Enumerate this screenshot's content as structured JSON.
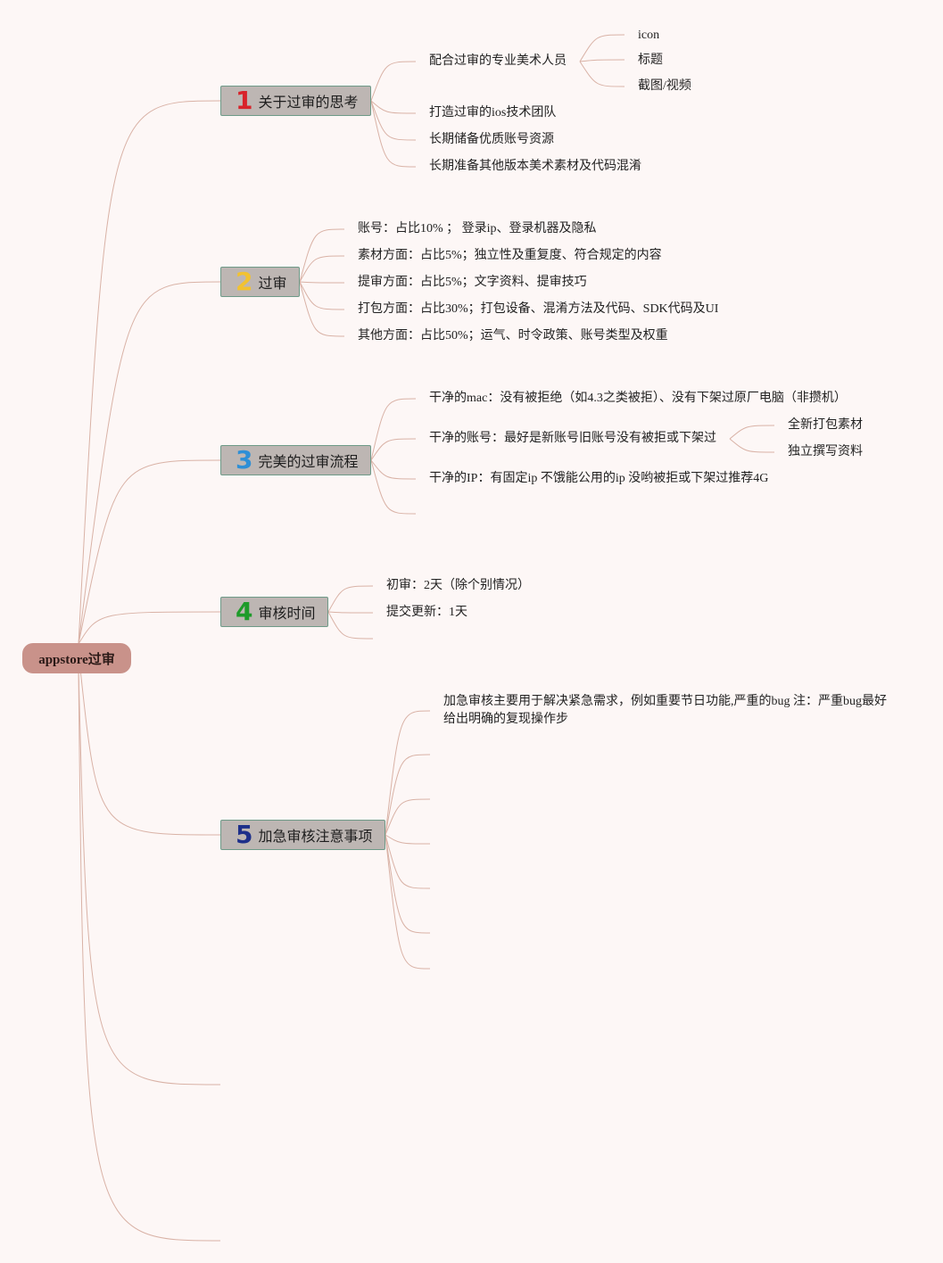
{
  "root": {
    "label": "appstore过审"
  },
  "colors": {
    "root": "#c9928a",
    "topic": "#bdb6b3",
    "line": "#d9b2a6",
    "n1": "#d8232a",
    "n2": "#f2c230",
    "n3": "#2e8fd6",
    "n4": "#1e9b2a",
    "n5": "#1d2f8a"
  },
  "topics": [
    {
      "num": "1",
      "label": "关于过审的思考",
      "children": [
        {
          "label": "配合过审的专业美术人员",
          "children": [
            "icon",
            "标题",
            "截图/视频"
          ]
        },
        {
          "label": "打造过审的ios技术团队"
        },
        {
          "label": "长期储备优质账号资源"
        },
        {
          "label": "长期准备其他版本美术素材及代码混淆"
        }
      ]
    },
    {
      "num": "2",
      "label": "过审",
      "children": [
        {
          "label": "账号：占比10% ； 登录ip、登录机器及隐私"
        },
        {
          "label": "素材方面：占比5%；独立性及重复度、符合规定的内容"
        },
        {
          "label": "提审方面：占比5%；文字资料、提审技巧"
        },
        {
          "label": "打包方面：占比30%；打包设备、混淆方法及代码、SDK代码及UI"
        },
        {
          "label": "其他方面：占比50%；运气、时令政策、账号类型及权重"
        }
      ]
    },
    {
      "num": "3",
      "label": "完美的过审流程",
      "children": [
        {
          "label": "干净的mac：没有被拒绝（如4.3之类被拒）、没有下架过原厂电脑（非攒机）"
        },
        {
          "label": "干净的账号：最好是新账号旧账号没有被拒或下架过",
          "children": [
            "全新打包素材",
            "独立撰写资料"
          ]
        },
        {
          "label": "干净的IP：有固定ip 不饿能公用的ip 没哟被拒或下架过推荐4G"
        }
      ]
    },
    {
      "num": "4",
      "label": "审核时间",
      "children": [
        {
          "label": "初审：2天（除个别情况）"
        },
        {
          "label": "提交更新：1天"
        }
      ]
    },
    {
      "num": "5",
      "label": "加急审核注意事项",
      "children": [
        {
          "label": "加急审核主要用于解决紧急需求，例如重要节日功能,严重的bug 注：严重bug最好给出明确的复现操作步"
        }
      ]
    }
  ]
}
